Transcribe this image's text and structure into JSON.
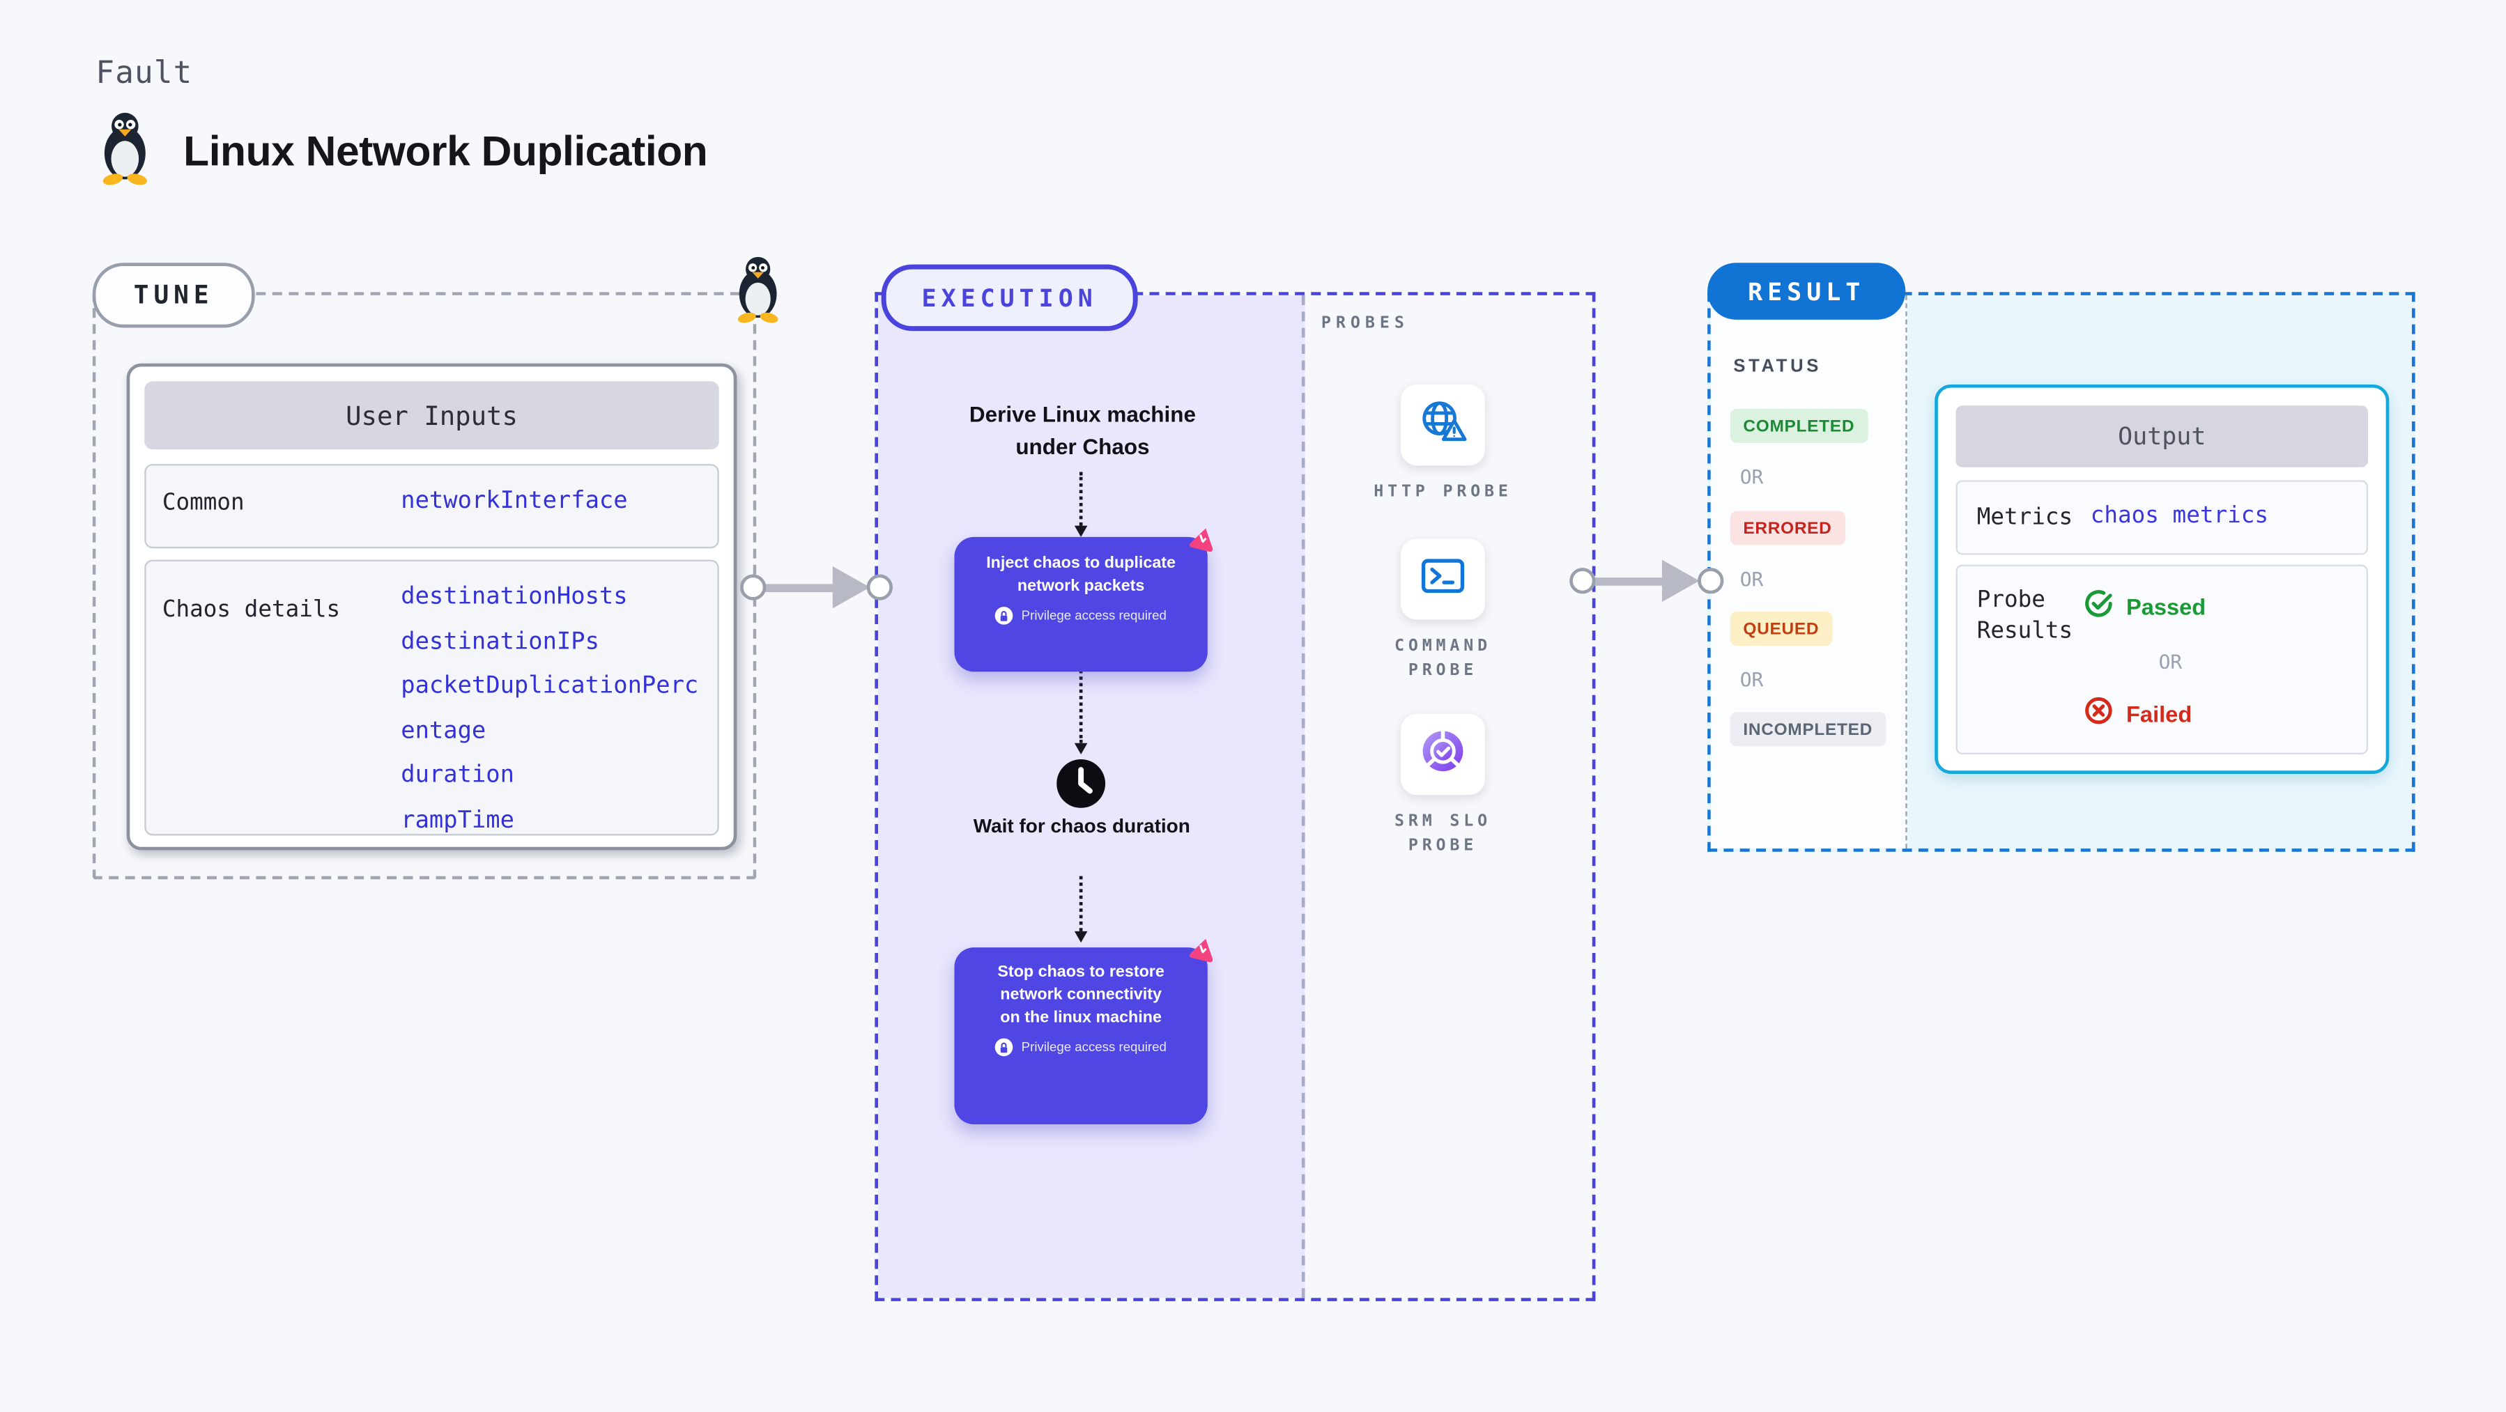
{
  "header": {
    "eyebrow": "Fault",
    "title": "Linux Network Duplication",
    "icon": "tux-penguin-icon"
  },
  "tune": {
    "badge": "TUNE",
    "corner_icon": "tux-penguin-icon",
    "user_inputs": {
      "title": "User Inputs",
      "rows": [
        {
          "label": "Common",
          "values": [
            "networkInterface"
          ]
        },
        {
          "label": "Chaos details",
          "values": [
            "destinationHosts",
            "destinationIPs",
            "packetDuplicationPercentage",
            "duration",
            "rampTime"
          ]
        }
      ]
    }
  },
  "execution": {
    "badge": "EXECUTION",
    "derive_step": "Derive Linux machine under Chaos",
    "inject_step": "Inject chaos to duplicate network packets",
    "wait_step": "Wait for chaos duration",
    "stop_step": "Stop chaos to restore network connectivity on the linux machine",
    "privilege_note": "Privilege access required",
    "step_icon": "chaos-pinwheel-icon",
    "wait_icon": "clock-icon"
  },
  "probes": {
    "title": "PROBES",
    "items": [
      {
        "name": "HTTP PROBE",
        "icon": "globe-alert-icon"
      },
      {
        "name": "COMMAND PROBE",
        "icon": "terminal-icon"
      },
      {
        "name": "SRM SLO PROBE",
        "icon": "slo-gauge-icon"
      }
    ]
  },
  "result": {
    "badge": "RESULT",
    "status_title": "STATUS",
    "or_label": "OR",
    "statuses": [
      {
        "label": "COMPLETED",
        "fg": "#1d8a35",
        "bg": "#dcf2e1"
      },
      {
        "label": "ERRORED",
        "fg": "#c7231d",
        "bg": "#fae3e2"
      },
      {
        "label": "QUEUED",
        "fg": "#c13f11",
        "bg": "#fdf0c6"
      },
      {
        "label": "INCOMPLETED",
        "fg": "#5d6675",
        "bg": "#ebedf3"
      }
    ],
    "output": {
      "title": "Output",
      "metrics_label": "Metrics",
      "metrics_value": "chaos metrics",
      "probe_results_label": "Probe Results",
      "passed_label": "Passed",
      "failed_label": "Failed",
      "passed_icon": "check-circle-icon",
      "failed_icon": "x-circle-icon"
    }
  },
  "colors": {
    "page_bg": "#f7f8fb",
    "indigo": "#4b44dc",
    "card_indigo": "#5046e4",
    "purple_bg": "#e8e7fc",
    "result_blue": "#1173d4",
    "cyan_border": "#14a9da",
    "cyan_bg": "#e9f6fc",
    "pink": "#f4417f",
    "green": "#1a9a35",
    "red": "#d42a1b",
    "value_blue": "#3431d6"
  }
}
